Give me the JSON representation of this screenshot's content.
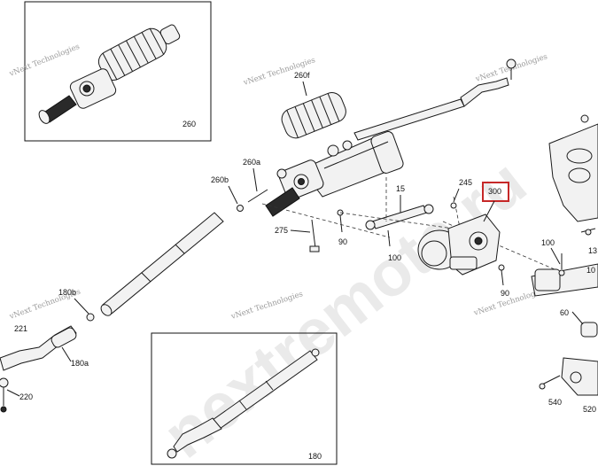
{
  "watermarks": {
    "brand_text": "vNext Technologies",
    "site_text": "nextremote.ru"
  },
  "callouts": {
    "inset_top": "260",
    "inset_bottom": "180",
    "c260f": "260f",
    "c260a": "260a",
    "c260b": "260b",
    "c15": "15",
    "c245": "245",
    "c300": "300",
    "c275": "275",
    "c90a": "90",
    "c100a": "100",
    "c100b": "100",
    "c90b": "90",
    "c10": "10",
    "c13": "13",
    "c180b": "180b",
    "c221": "221",
    "c180a": "180a",
    "c220": "220",
    "c60": "60",
    "c540": "540",
    "c520": "520"
  },
  "highlight_color": "#c62828"
}
